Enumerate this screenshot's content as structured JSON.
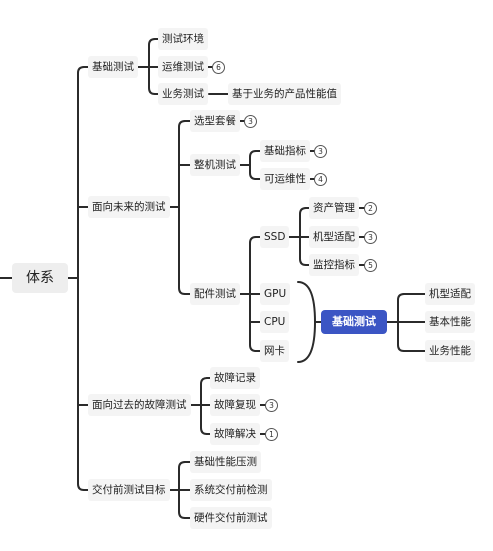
{
  "root": "体系",
  "n1": {
    "label": "基础测试",
    "c1": "测试环境",
    "c2": "运维测试",
    "c2_badge": "6",
    "c3": "业务测试",
    "c3_note": "基于业务的产品性能值"
  },
  "n2": {
    "label": "面向未来的测试",
    "c1": "选型套餐",
    "c1_badge": "3",
    "c2": "整机测试",
    "c2a": "基础指标",
    "c2a_badge": "3",
    "c2b": "可运维性",
    "c2b_badge": "4",
    "c3": "配件测试",
    "ssd": "SSD",
    "ssd_a": "资产管理",
    "ssd_a_badge": "2",
    "ssd_b": "机型适配",
    "ssd_b_badge": "3",
    "ssd_c": "监控指标",
    "ssd_c_badge": "5",
    "gpu": "GPU",
    "cpu": "CPU",
    "nic": "网卡",
    "summary": "基础测试",
    "s1": "机型适配",
    "s2": "基本性能",
    "s3": "业务性能"
  },
  "n3": {
    "label": "面向过去的故障测试",
    "c1": "故障记录",
    "c2": "故障复现",
    "c2_badge": "3",
    "c3": "故障解决",
    "c3_badge": "1"
  },
  "n4": {
    "label": "交付前测试目标",
    "c1": "基础性能压测",
    "c2": "系统交付前检测",
    "c3": "硬件交付前测试"
  }
}
